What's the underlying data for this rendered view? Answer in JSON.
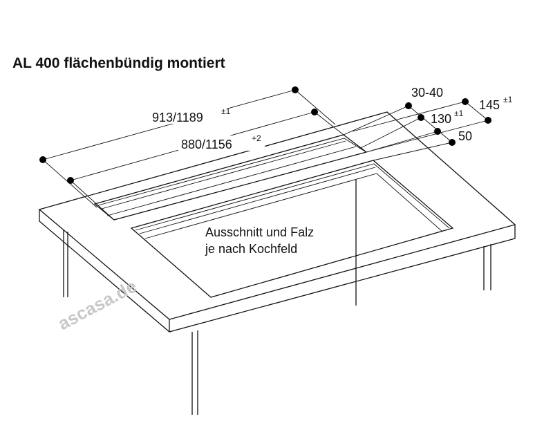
{
  "title": "AL 400 flächenbündig montiert",
  "dimensions": {
    "overall_length": {
      "value": "913/1189",
      "tolerance": "±1"
    },
    "cutout_length": {
      "value": "880/1156",
      "tolerance": "+2"
    },
    "offset": {
      "value": "30-40"
    },
    "depth_outer": {
      "value": "145",
      "tolerance": "±1"
    },
    "depth_inner": {
      "value": "130",
      "tolerance": "±1"
    },
    "gap": {
      "value": "50"
    }
  },
  "annotation": {
    "line1": "Ausschnitt und Falz",
    "line2": "je nach Kochfeld"
  },
  "watermark": "ascasa.de"
}
